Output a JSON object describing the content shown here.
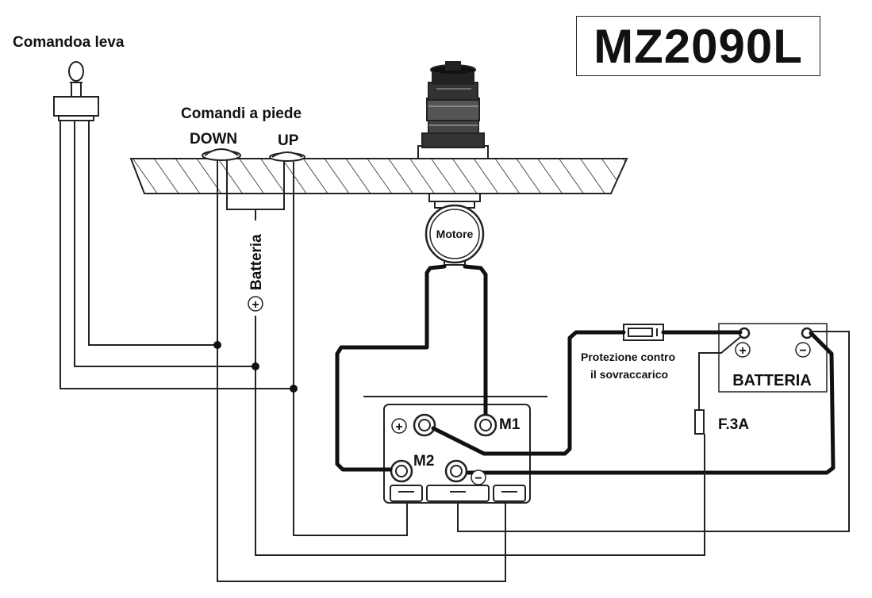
{
  "model": "MZ2090L",
  "labels": {
    "lever_control": "Comandoa leva",
    "foot_controls": "Comandi a piede",
    "down": "DOWN",
    "up": "UP",
    "battery_vertical": "Batteria",
    "motor": "Motore",
    "overload_protection_1": "Protezione contro",
    "overload_protection_2": "il sovraccarico",
    "battery": "BATTERIA",
    "fuse": "F.3A",
    "m1": "M1",
    "m2": "M2"
  },
  "symbols": {
    "plus": "+",
    "minus": "−"
  }
}
